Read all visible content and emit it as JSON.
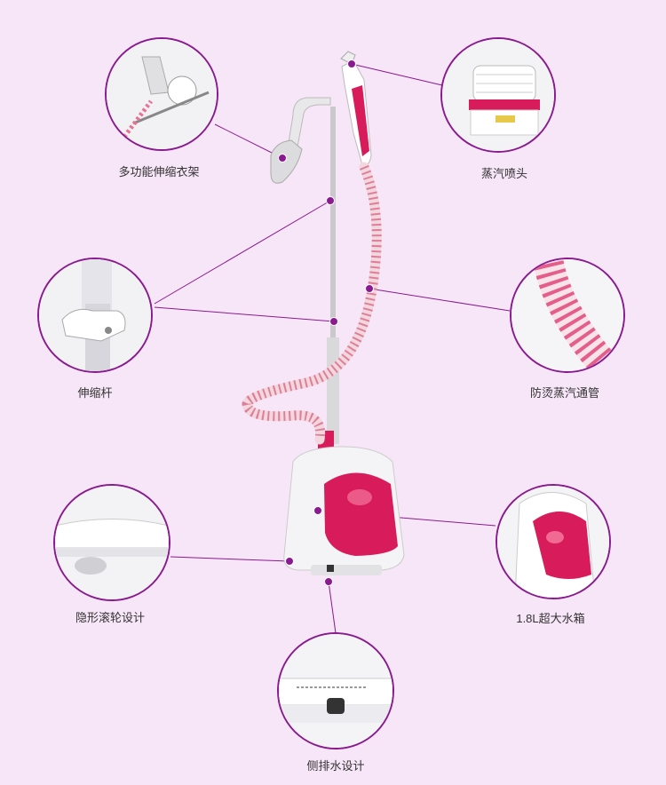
{
  "theme": {
    "background": "#f7e6f7",
    "accent": "#8a1a8f",
    "product_pink": "#d81b5a"
  },
  "features": [
    {
      "id": "hanger",
      "label": "多功能伸缩衣架"
    },
    {
      "id": "nozzle",
      "label": "蒸汽喷头"
    },
    {
      "id": "pole",
      "label": "伸缩杆"
    },
    {
      "id": "hose",
      "label": "防烫蒸汽通管"
    },
    {
      "id": "wheel",
      "label": "隐形滚轮设计"
    },
    {
      "id": "tank",
      "label": "1.8L超大水箱"
    },
    {
      "id": "drain",
      "label": "侧排水设计"
    }
  ]
}
